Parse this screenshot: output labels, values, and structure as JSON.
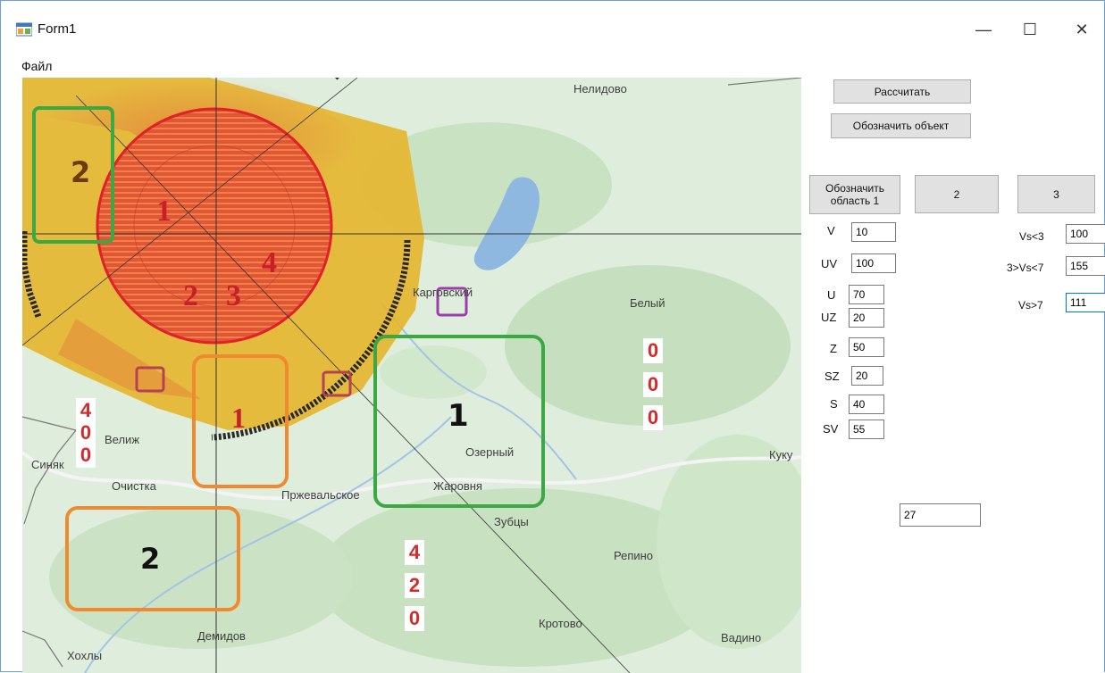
{
  "window": {
    "title": "Form1",
    "minimize": "—",
    "maximize": "☐",
    "close": "✕"
  },
  "menu": {
    "file": "Файл"
  },
  "map": {
    "places": {
      "nelidovo": "Нелидово",
      "kartovsky": "Карговский",
      "bely": "Белый",
      "velizh": "Велиж",
      "sinyak": "Синяк",
      "ochistka": "Очистка",
      "przhevalskoe": "Пржевальское",
      "ozerny": "Озерный",
      "zharovnya": "Жаровня",
      "zubtsy": "Зубцы",
      "kuku": "Куку",
      "repino": "Репино",
      "krotovo": "Кротово",
      "demidov": "Демидов",
      "vadino": "Вадино",
      "hohly": "Хохлы"
    },
    "sector_labels": {
      "s1": "1",
      "s2": "2",
      "s3": "3",
      "s4": "4"
    },
    "zones": {
      "green1": "1",
      "green2": "2",
      "orange1": "1",
      "orange2": "2"
    },
    "counters": {
      "left": [
        "4",
        "0",
        "0"
      ],
      "right": [
        "0",
        "0",
        "0"
      ],
      "bottom": [
        "4",
        "2",
        "0"
      ]
    }
  },
  "panel": {
    "calc_button": "Рассчитать",
    "mark_object_button": "Обозначить объект",
    "area1_line1": "Обозначить",
    "area1_line2": "область 1",
    "area2_button": "2",
    "area3_button": "3",
    "fields": [
      {
        "label": "V",
        "value": "10"
      },
      {
        "label": "UV",
        "value": "100"
      },
      {
        "label": "U",
        "value": "70"
      },
      {
        "label": "UZ",
        "value": "20"
      },
      {
        "label": "Z",
        "value": "50"
      },
      {
        "label": "SZ",
        "value": "20"
      },
      {
        "label": "S",
        "value": "40"
      },
      {
        "label": "SV",
        "value": "55"
      }
    ],
    "speeds": [
      {
        "label": "Vs<3",
        "value": "100"
      },
      {
        "label": "3>Vs<7",
        "value": "155"
      },
      {
        "label": "Vs>7",
        "value": "111"
      }
    ],
    "extra_value": "27"
  }
}
